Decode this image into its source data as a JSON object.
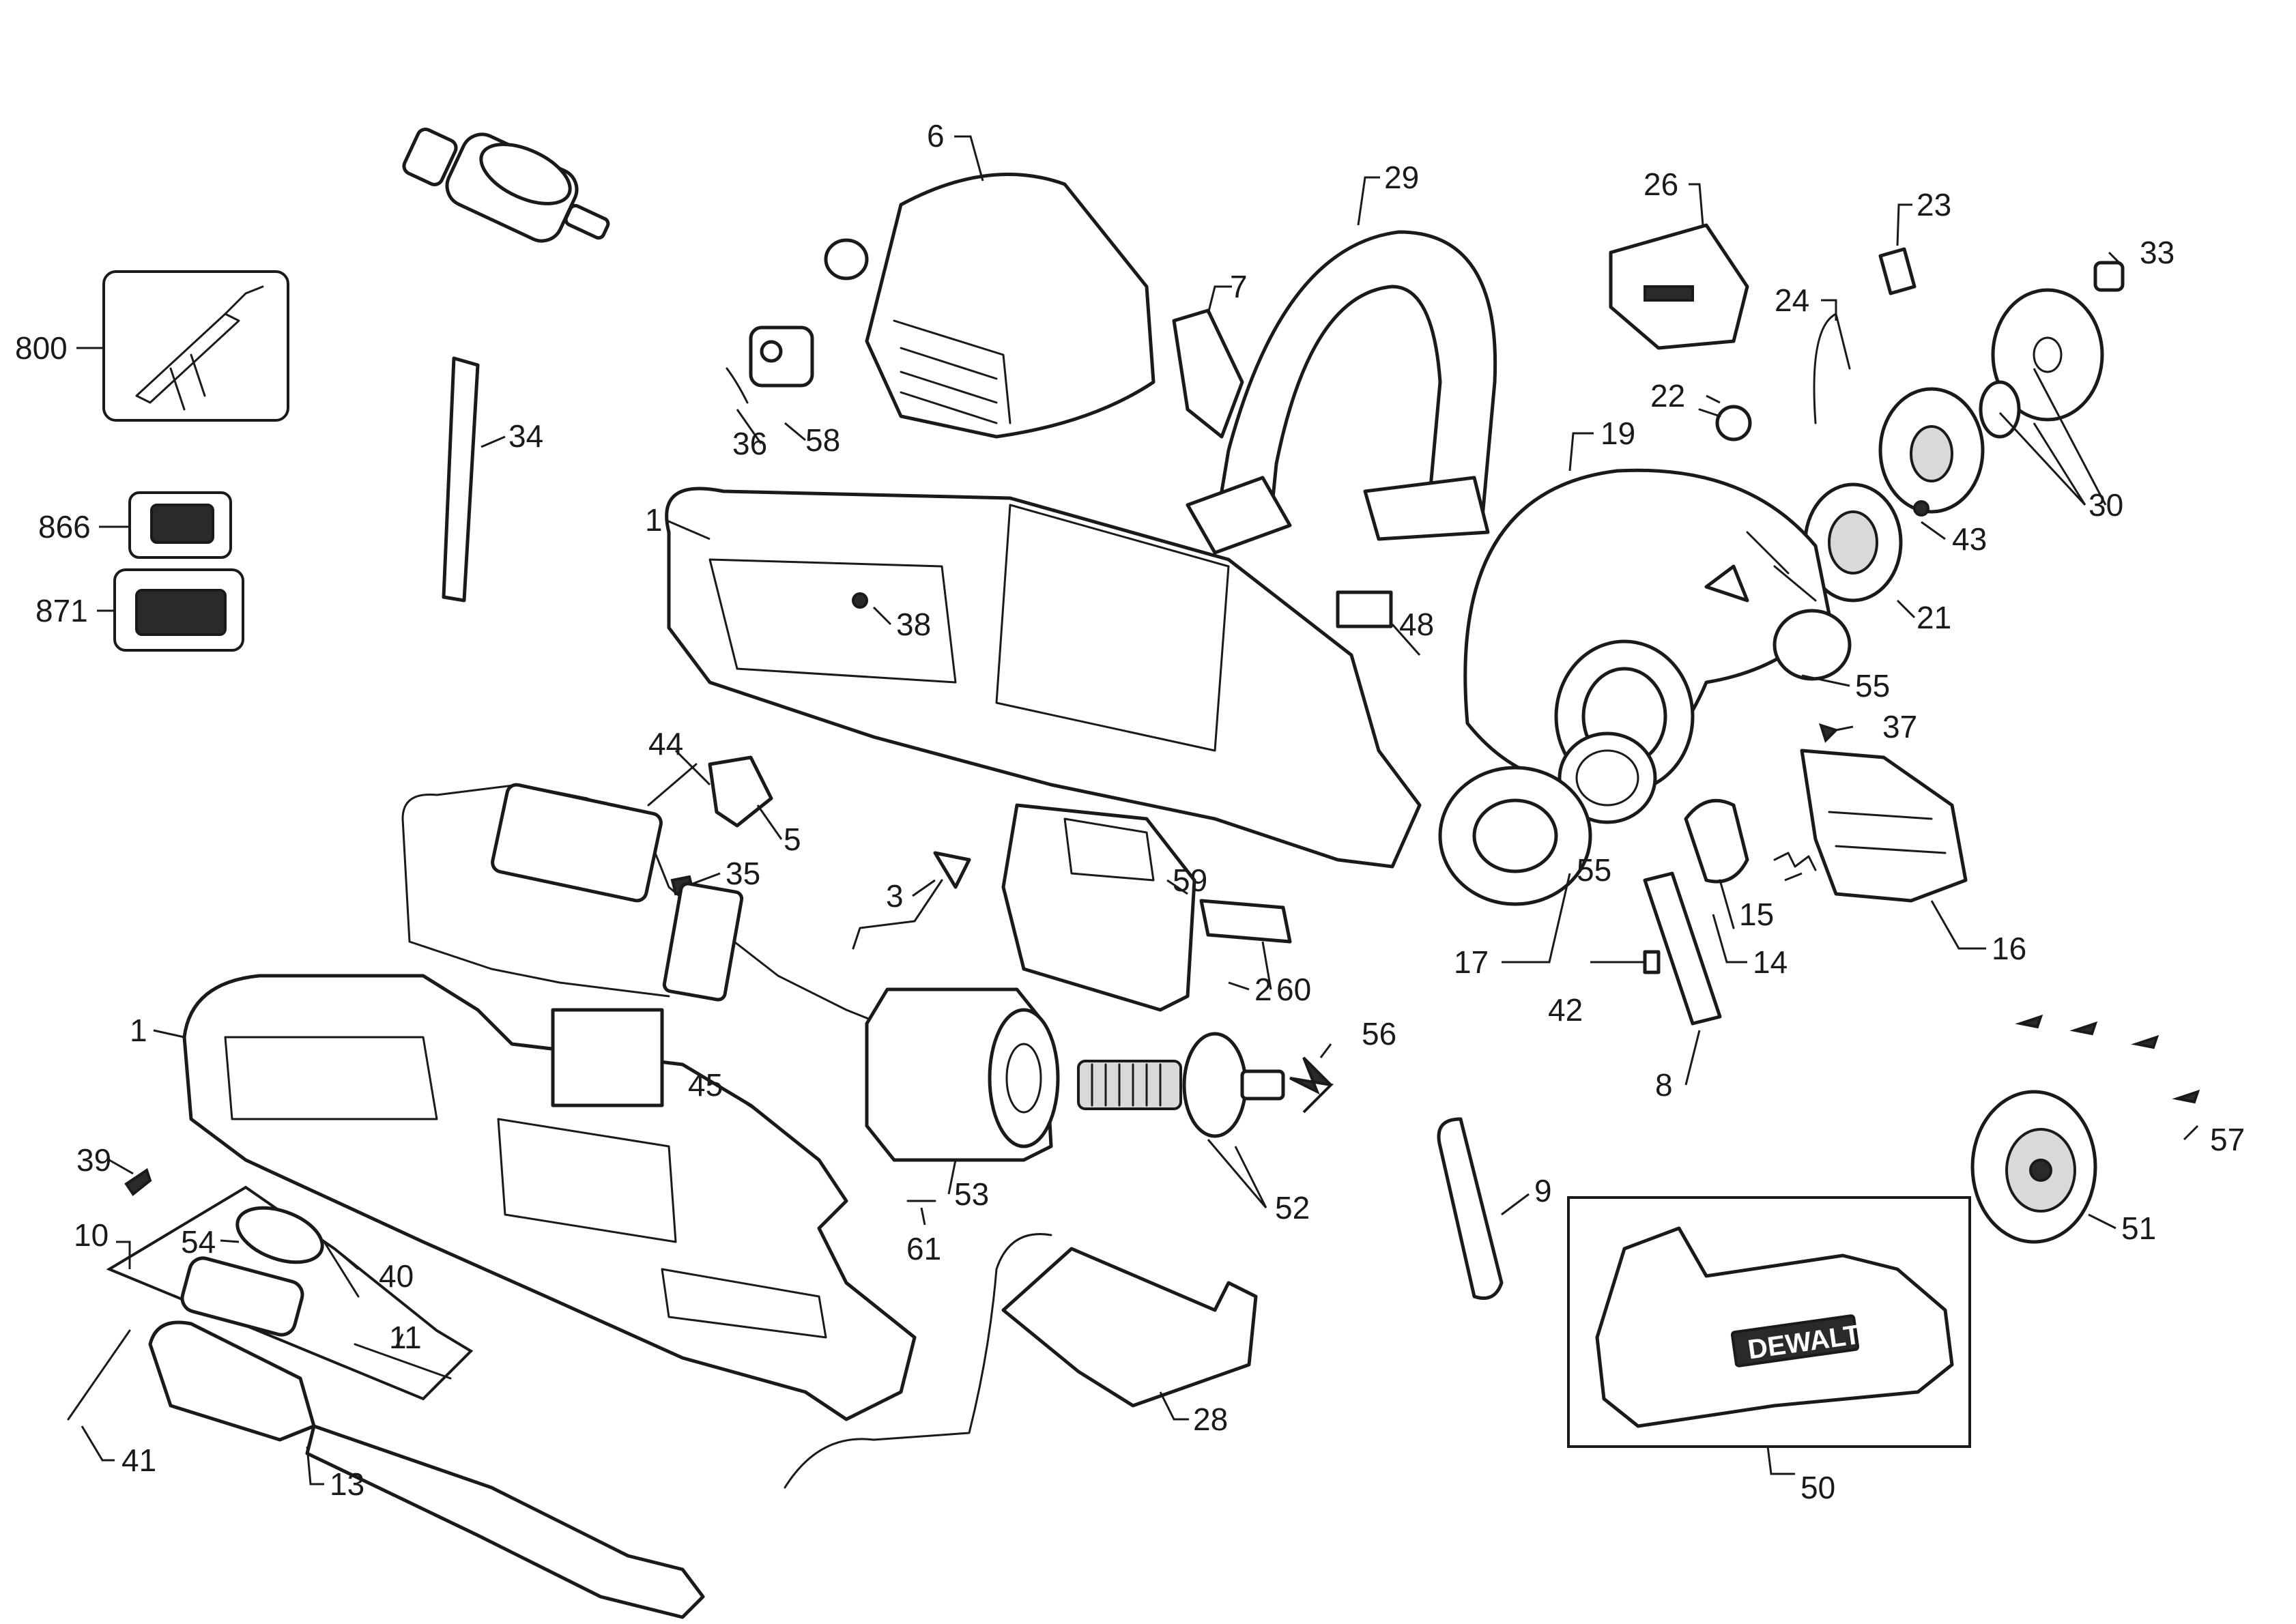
{
  "diagram": {
    "brand_logo": "DEWALT",
    "callouts": {
      "c1a": "1",
      "c1b": "1",
      "c2": "2",
      "c3": "3",
      "c5": "5",
      "c6": "6",
      "c7": "7",
      "c8": "8",
      "c9": "9",
      "c10": "10",
      "c11": "11",
      "c13": "13",
      "c14": "14",
      "c15": "15",
      "c16": "16",
      "c17": "17",
      "c19": "19",
      "c21": "21",
      "c22": "22",
      "c23": "23",
      "c24": "24",
      "c26": "26",
      "c28": "28",
      "c29": "29",
      "c30": "30",
      "c33": "33",
      "c34": "34",
      "c35": "35",
      "c36": "36",
      "c37": "37",
      "c38": "38",
      "c39": "39",
      "c40": "40",
      "c41": "41",
      "c42": "42",
      "c43": "43",
      "c44": "44",
      "c45": "45",
      "c48": "48",
      "c50": "50",
      "c51": "51",
      "c52": "52",
      "c53": "53",
      "c54": "54",
      "c55a": "55",
      "c55b": "55",
      "c56": "56",
      "c57": "57",
      "c58": "58",
      "c59": "59",
      "c60": "60",
      "c61": "61",
      "c800": "800",
      "c866": "866",
      "c871": "871"
    }
  }
}
